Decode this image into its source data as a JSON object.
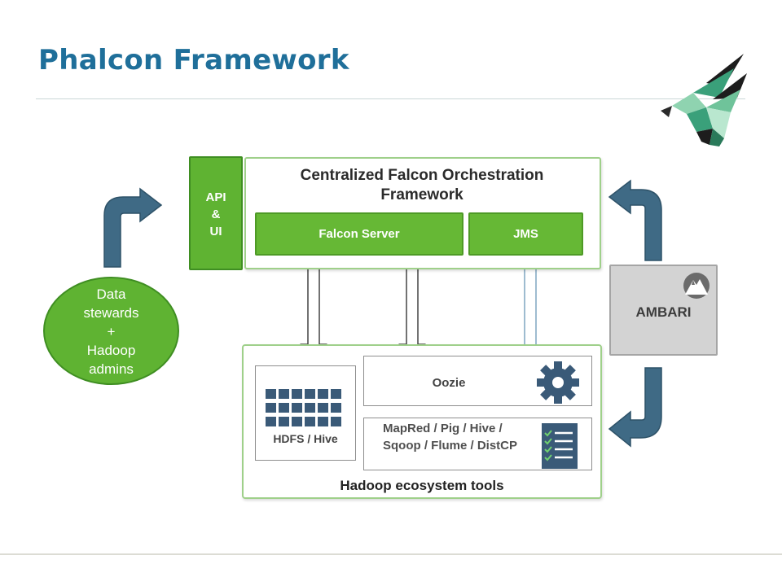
{
  "slide": {
    "title": "Phalcon Framework"
  },
  "diagram": {
    "api_label": "API\n&\nUI",
    "orchestration_title": "Centralized Falcon Orchestration Framework",
    "falcon_server_label": "Falcon Server",
    "jms_label": "JMS",
    "ecosystem_title": "Hadoop ecosystem tools",
    "hdfs_label": "HDFS / Hive",
    "oozie_label": "Oozie",
    "mapred_label": "MapRed / Pig / Hive / Sqoop / Flume / DistCP",
    "ambari_label": "AMBARI",
    "stewards_label": "Data\nstewards\n+\nHadoop\nadmins"
  },
  "colors": {
    "title": "#1f6f9a",
    "green": "#5fb332",
    "arrow_blue": "#3f6a85",
    "ambari_gray": "#d3d3d3"
  },
  "icons": [
    "falcon-logo-icon",
    "grid-icon",
    "gear-icon",
    "checklist-icon",
    "mountain-icon"
  ]
}
